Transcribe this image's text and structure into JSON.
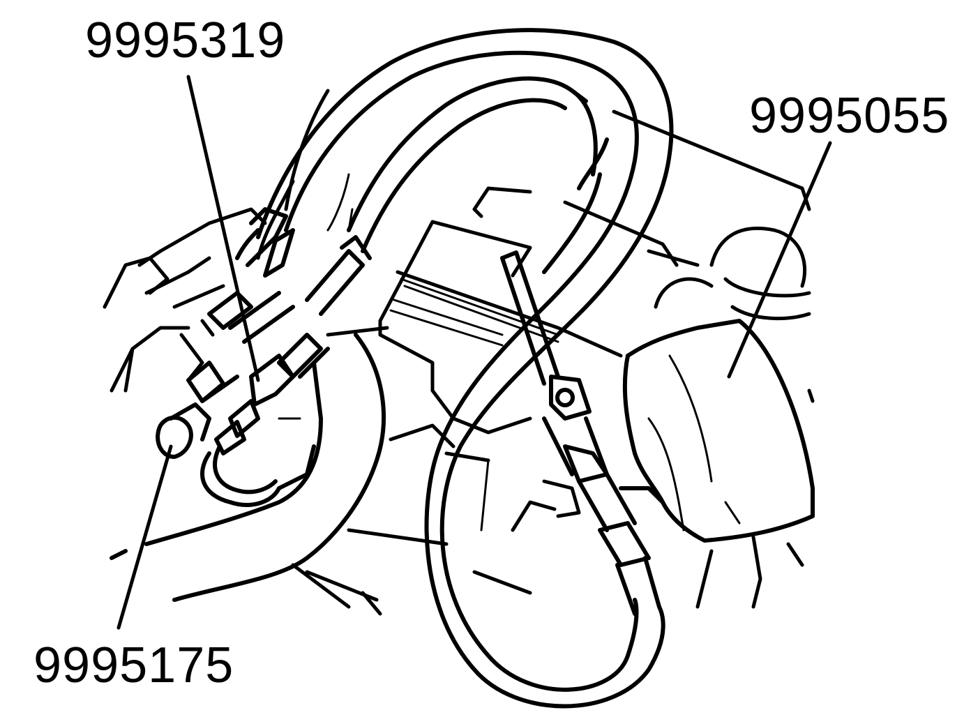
{
  "callouts": {
    "tool_a": "9995319",
    "tool_b": "9995055",
    "tool_c": "9995175"
  },
  "colors": {
    "line": "#000000",
    "background": "#ffffff"
  }
}
